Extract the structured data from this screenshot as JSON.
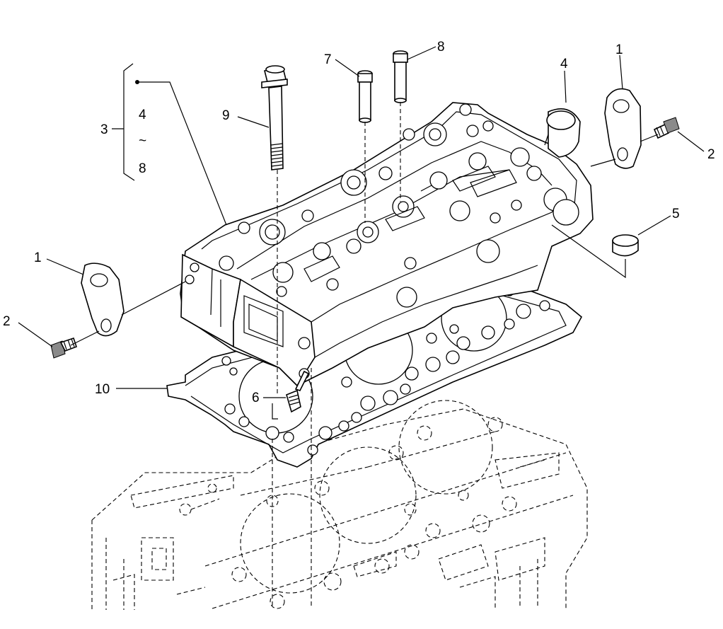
{
  "callouts": {
    "c1_left": "1",
    "c2_left": "2",
    "c1_right": "1",
    "c2_right": "2",
    "c3": "3",
    "c3_range_from": "4",
    "c3_range_sep": "~",
    "c3_range_to": "8",
    "c4": "4",
    "c5": "5",
    "c6": "6",
    "c7": "7",
    "c8": "8",
    "c9": "9",
    "c10": "10"
  }
}
